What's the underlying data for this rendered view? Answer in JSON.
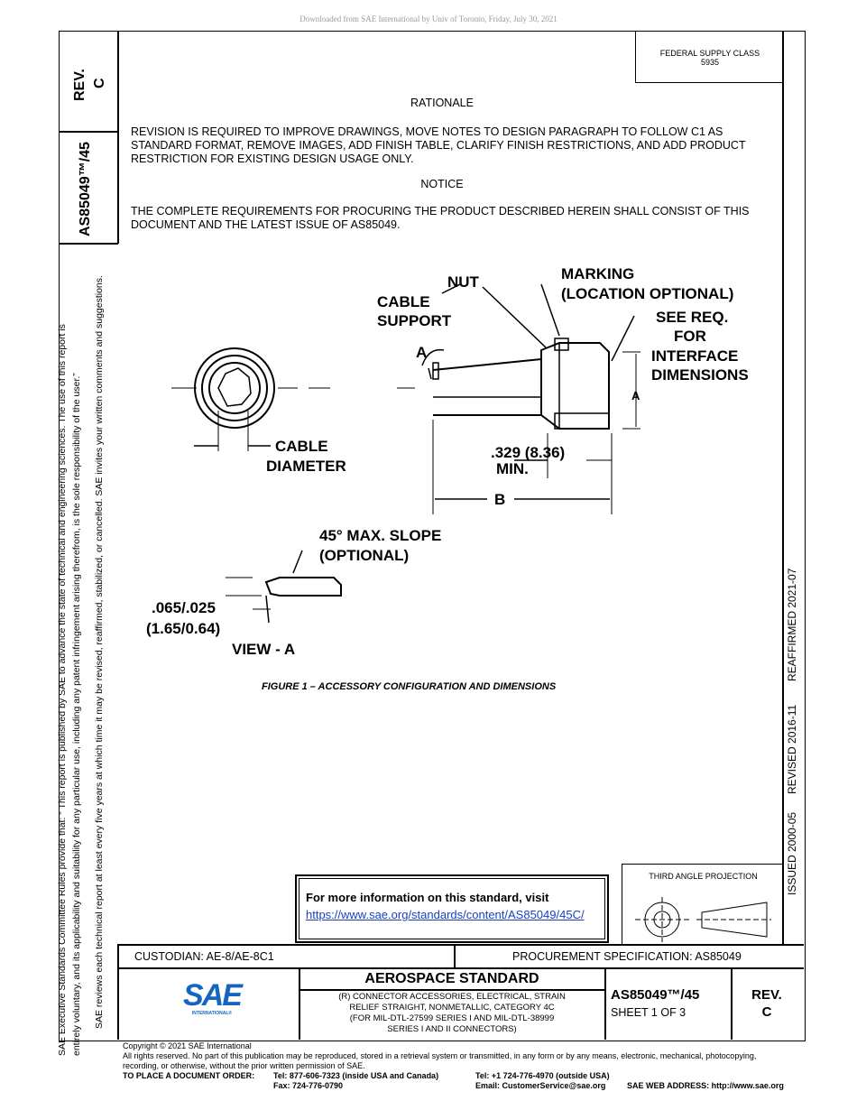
{
  "download_note": "Downloaded from SAE International by Univ of Toronto, Friday, July 30, 2021",
  "side_block": {
    "rev_label": "REV.",
    "rev_value": "C",
    "doc_number": "AS85049™/45"
  },
  "left_notice": {
    "line1": "SAE Executive Standards Committee Rules provide that: “  This report is published by SAE to advance the state of technical and engineering sciences. The use of this report is",
    "line2": "entirely voluntary, and its applicability and suitability for any particular use, including any patent infringement arising therefrom, is the sole responsibility of the user.”",
    "line3": "SAE reviews each technical report at least every five years at which time it may be revised, reaffirmed, stabilized, or cancelled. SAE invites your written comments and suggestions."
  },
  "right_strip": {
    "issued": "ISSUED 2000-05",
    "revised": "REVISED 2016-11",
    "reaffirmed": "REAFFIRMED 2021-07"
  },
  "federal_supply": {
    "label": "FEDERAL SUPPLY CLASS",
    "value": "5935"
  },
  "rationale": {
    "heading": "RATIONALE",
    "text": "REVISION IS REQUIRED TO IMPROVE DRAWINGS, MOVE NOTES TO DESIGN PARAGRAPH TO FOLLOW C1 AS STANDARD FORMAT, REMOVE IMAGES, ADD FINISH TABLE, CLARIFY FINISH RESTRICTIONS, AND ADD PRODUCT RESTRICTION FOR EXISTING DESIGN USAGE ONLY."
  },
  "notice": {
    "heading": "NOTICE",
    "text": "THE COMPLETE REQUIREMENTS FOR PROCURING THE PRODUCT DESCRIBED HEREIN SHALL CONSIST OF THIS DOCUMENT AND THE LATEST ISSUE OF AS85049."
  },
  "figure": {
    "nut": "NUT",
    "marking": "MARKING",
    "location_optional": "(LOCATION OPTIONAL)",
    "cable": "CABLE",
    "support": "SUPPORT",
    "see_req": "SEE REQ.",
    "for": "FOR",
    "interface": "INTERFACE",
    "dimensions": "DIMENSIONS",
    "a_label": "A",
    "cable_dia_1": "CABLE",
    "cable_dia_2": "DIAMETER",
    "min_dim": ".329 (8.36)",
    "min_label": "MIN.",
    "b_label": "B",
    "slope_1": "45° MAX. SLOPE",
    "slope_2": "(OPTIONAL)",
    "dim_1": ".065/.025",
    "dim_2": "(1.65/0.64)",
    "view": "VIEW - A",
    "caption": "FIGURE 1 – ACCESSORY CONFIGURATION AND DIMENSIONS"
  },
  "info_box": {
    "text": "For more information on this standard, visit",
    "link": "https://www.sae.org/standards/content/AS85049/45C/"
  },
  "projection": {
    "label": "THIRD ANGLE PROJECTION"
  },
  "title_block": {
    "custodian": "CUSTODIAN: AE-8/AE-8C1",
    "procurement": "PROCUREMENT SPECIFICATION: AS85049",
    "standard_type": "AEROSPACE STANDARD",
    "desc1": "(R) CONNECTOR ACCESSORIES, ELECTRICAL, STRAIN",
    "desc2": "RELIEF STRAIGHT, NONMETALLIC, CATEGORY 4C",
    "desc3": "(FOR MIL-DTL-27599 SERIES I AND MIL-DTL-38999",
    "desc4": "SERIES I AND II CONNECTORS)",
    "doc_number": "AS85049™/45",
    "sheet": "SHEET 1 OF 3",
    "rev_label": "REV.",
    "rev_value": "C",
    "logo_text": "SAE",
    "logo_sub": "INTERNATIONAL®"
  },
  "footer": {
    "copyright": "Copyright © 2021 SAE International",
    "rights1": "All rights reserved. No part of this publication may be reproduced, stored in a retrieval system or transmitted, in any form or by any means, electronic, mechanical, photocopying,",
    "rights2": "recording, or otherwise, without the prior written permission of SAE.",
    "order_label": "TO PLACE A DOCUMENT ORDER:",
    "tel1": "Tel: 877-606-7323 (inside USA and Canada)",
    "fax": "Fax: 724-776-0790",
    "tel2": "Tel: +1 724-776-4970 (outside USA)",
    "email": "Email: CustomerService@sae.org",
    "web": "SAE WEB ADDRESS: http://www.sae.org"
  }
}
